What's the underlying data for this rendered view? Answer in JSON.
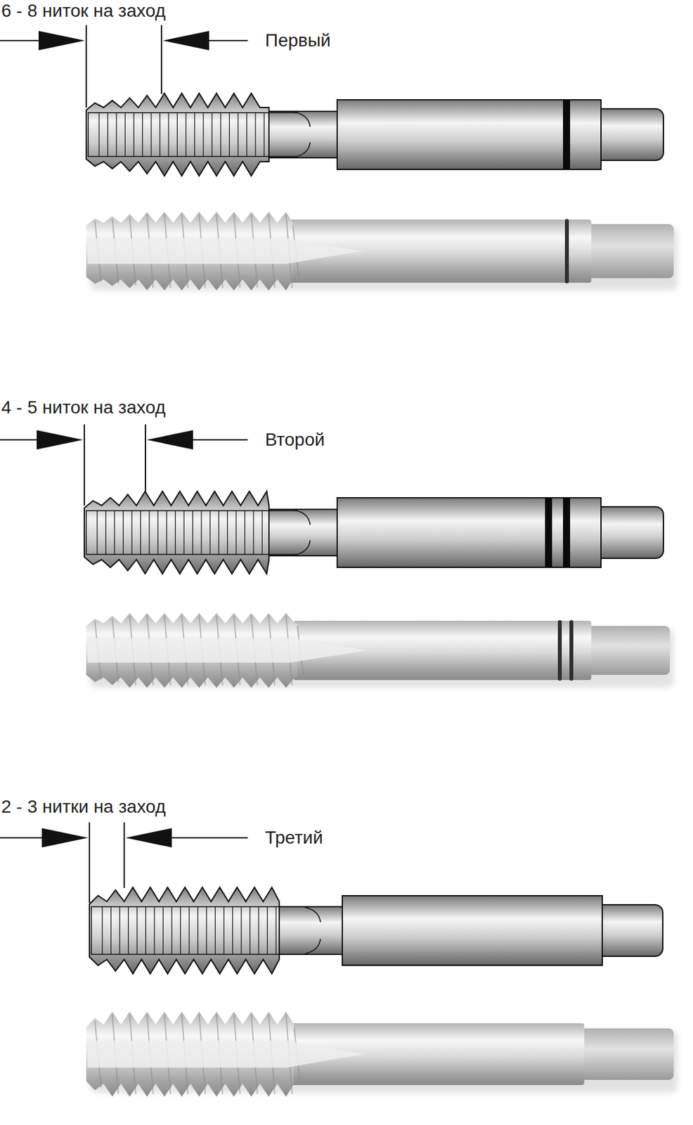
{
  "diagram": {
    "labels": [
      "6 - 8 ниток на заход",
      "Первый",
      "4 - 5 ниток на заход",
      "Второй",
      "2 - 3 нитки на заход",
      "Третий"
    ]
  }
}
